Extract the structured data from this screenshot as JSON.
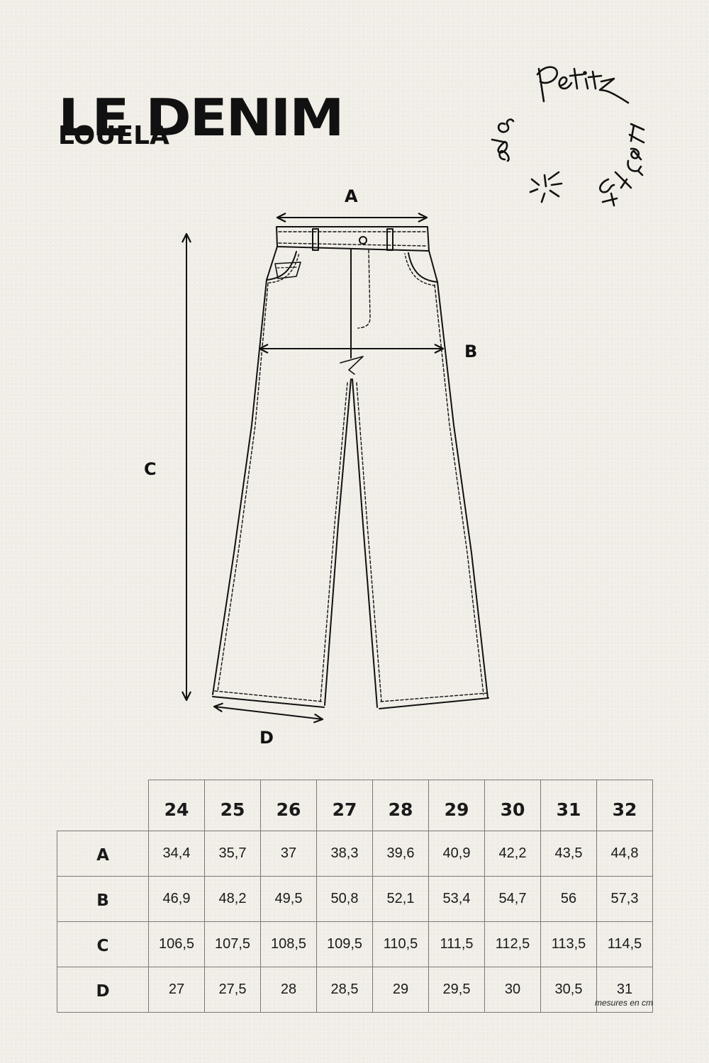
{
  "header": {
    "title": "LE DENIM",
    "subtitle": "LOUELA"
  },
  "logo": {
    "words": [
      "des",
      "Petits",
      "Hauts"
    ],
    "icon": "sparkle-asterisk-icon"
  },
  "diagram": {
    "garment": "wide-leg jeans",
    "labels": {
      "A": "A",
      "B": "B",
      "C": "C",
      "D": "D"
    }
  },
  "size_table": {
    "columns": [
      "24",
      "25",
      "26",
      "27",
      "28",
      "29",
      "30",
      "31",
      "32"
    ],
    "rows": [
      {
        "label": "A",
        "values": [
          "34,4",
          "35,7",
          "37",
          "38,3",
          "39,6",
          "40,9",
          "42,2",
          "43,5",
          "44,8"
        ]
      },
      {
        "label": "B",
        "values": [
          "46,9",
          "48,2",
          "49,5",
          "50,8",
          "52,1",
          "53,4",
          "54,7",
          "56",
          "57,3"
        ]
      },
      {
        "label": "C",
        "values": [
          "106,5",
          "107,5",
          "108,5",
          "109,5",
          "110,5",
          "111,5",
          "112,5",
          "113,5",
          "114,5"
        ]
      },
      {
        "label": "D",
        "values": [
          "27",
          "27,5",
          "28",
          "28,5",
          "29",
          "29,5",
          "30",
          "30,5",
          "31"
        ]
      }
    ],
    "note": "mesures en cm"
  }
}
